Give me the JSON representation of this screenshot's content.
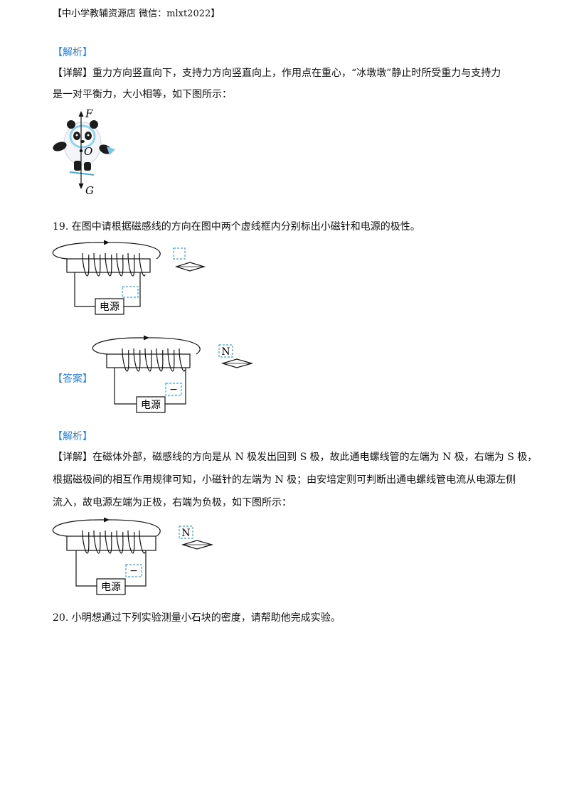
{
  "header": {
    "text": "【中小学教辅资源店  微信：mlxt2022】"
  },
  "sections": {
    "analysis_label_1": "【解析】",
    "detail_label_1": "【详解】",
    "detail_1_line1": "重力方向竖直向下，支持力方向竖直向上，作用点在重心，“冰墩墩”静止时所受重力与支持力",
    "detail_1_line2": "是一对平衡力，大小相等，如下图所示：",
    "fig1": {
      "top_label": "F",
      "center_label": "O",
      "bottom_label": "G"
    },
    "q19": "19.  在图中请根据磁感线的方向在图中两个虚线框内分别标出小磁针和电源的极性。",
    "power_label": "电源",
    "answer_label": "【答案】",
    "answer_north": "N",
    "answer_minus": "−",
    "analysis_label_2": "【解析】",
    "detail_label_2": "【详解】",
    "detail_2_line1": "在磁体外部，磁感线的方向是从 N 极发出回到 S 极，故此通电螺线管的左端为 N 极，右端为 S 极，",
    "detail_2_line2": "根据磁极间的相互作用规律可知，小磁针的左端为 N 极；由安培定则可判断出通电螺线管电流从电源左侧",
    "detail_2_line3": "流入，故电源左端为正极，右端为负极，如下图所示：",
    "q20": "20.  小明想通过下列实验测量小石块的密度，请帮助他完成实验。"
  },
  "colors": {
    "label_blue": "#2f7fd3",
    "dashed_box": "#3aa8d8"
  }
}
